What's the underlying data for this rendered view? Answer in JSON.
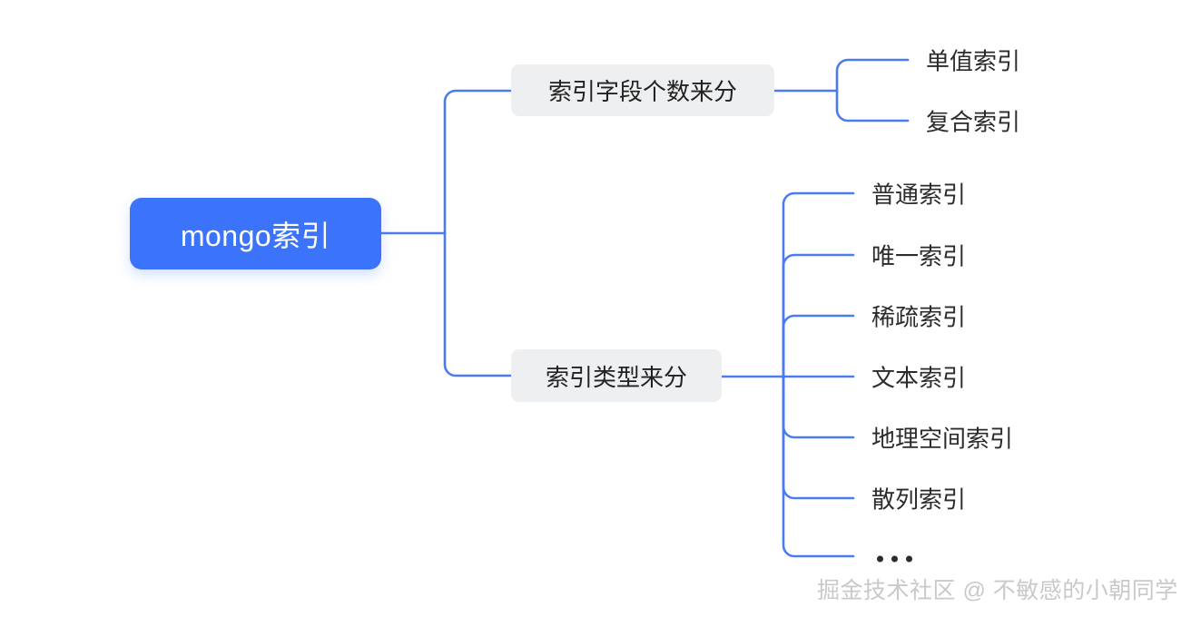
{
  "diagram": {
    "type": "mind-map",
    "root": {
      "label": "mongo索引",
      "color": "#3b73fb",
      "text_color": "#ffffff"
    },
    "edge_color": "#4a7bf0",
    "branch_bg": "#eeeff1",
    "branches": [
      {
        "label": "索引字段个数来分",
        "children": [
          {
            "label": "单值索引"
          },
          {
            "label": "复合索引"
          }
        ]
      },
      {
        "label": "索引类型来分",
        "children": [
          {
            "label": "普通索引"
          },
          {
            "label": "唯一索引"
          },
          {
            "label": "稀疏索引"
          },
          {
            "label": "文本索引"
          },
          {
            "label": "地理空间索引"
          },
          {
            "label": "散列索引"
          },
          {
            "label": "…",
            "is_ellipsis": true
          }
        ]
      }
    ]
  },
  "watermark": {
    "text": "掘金技术社区 @ 不敏感的小朝同学"
  }
}
